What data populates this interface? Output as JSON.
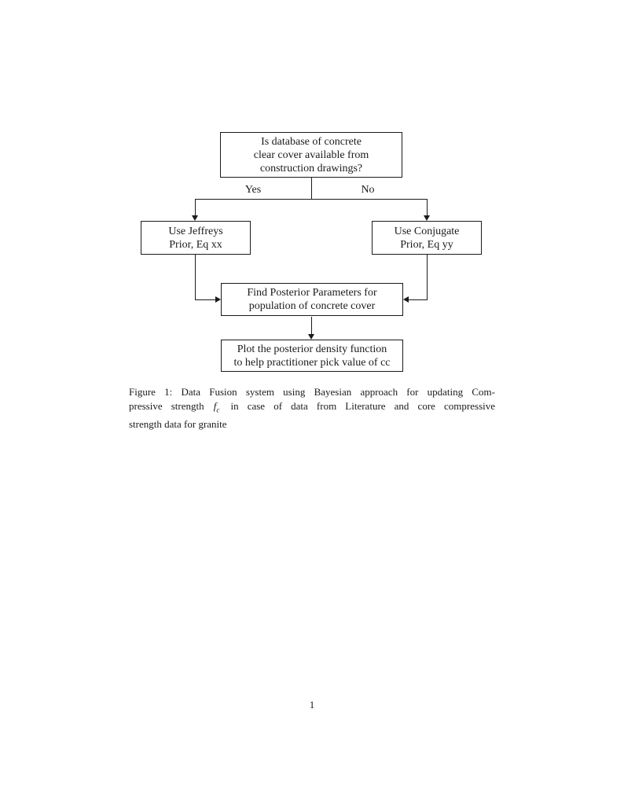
{
  "document": {
    "figure": {
      "nodes": {
        "question": "Is database of concrete\nclear cover available from\nconstruction drawings?",
        "jeffreys": "Use Jeffreys\nPrior, Eq xx",
        "conjugate": "Use Conjugate\nPrior, Eq yy",
        "posterior": "Find Posterior Parameters for\npopulation of concrete cover",
        "plot": "Plot the posterior density function\nto help practitioner pick value of cc"
      },
      "branch_labels": {
        "yes": "Yes",
        "no": "No"
      }
    },
    "caption": {
      "line1": "Figure 1: Data Fusion system using Bayesian approach for updating Com-",
      "line2_before_math": "pressive strength",
      "math_symbol": "f",
      "math_subscript": "c",
      "line2_after_math": "in case of data from Literature and core compressive",
      "line3": "strength data for granite"
    },
    "page_number": "1"
  },
  "colors": {
    "ink": "#1b1b1b",
    "paper": "#ffffff"
  }
}
